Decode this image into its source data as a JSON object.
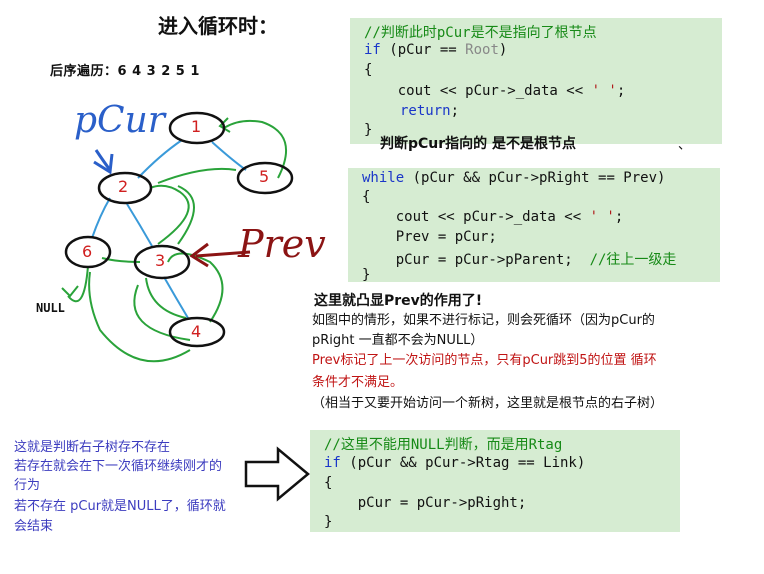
{
  "title": "进入循环时：",
  "traversal": "后序遍历：6 4 3 2 5 1",
  "tree": {
    "nodes": [
      "1",
      "2",
      "3",
      "4",
      "5",
      "6"
    ],
    "null_label": "NULL",
    "pcur_label": "pCur",
    "prev_label": "Prev"
  },
  "code1": {
    "comment": "//判断此时pCur是不是指向了根节点",
    "kw_if": "if",
    "cond_a": " (pCur == ",
    "cond_root": "Root",
    "cond_b": ")",
    "brace_open": "{",
    "cout_a": "    cout << pCur->_data << ",
    "cout_str": "' '",
    "cout_b": ";",
    "ret": "return",
    "ret_b": ";",
    "brace_close": "}"
  },
  "note_root": "判断pCur指向的 是不是根节点",
  "stray_mark": "、",
  "code2": {
    "kw_while": "while",
    "cond": " (pCur && pCur->pRight == Prev)",
    "brace_open": "{",
    "cout_a": "    cout << pCur->_data << ",
    "cout_str": "' '",
    "cout_b": ";",
    "prev_assign": "    Prev = pCur;",
    "pcur_assign": "    pCur = pCur->pParent;",
    "pcur_comment": "  //往上一级走",
    "brace_close": "}"
  },
  "explain": {
    "heading": "这里就凸显Prev的作用了!",
    "line1": "如图中的情形，如果不进行标记，则会死循环（因为pCur的",
    "line2": "pRight 一直都不会为NULL）",
    "line3": "Prev标记了上一次访问的节点，只有pCur跳到5的位置 循环",
    "line4": "条件才不满足。",
    "line5": "（相当于又要开始访问一个新树，这里就是根节点的右子树）"
  },
  "left_note": {
    "line1": "这就是判断右子树存不存在",
    "line2": "若存在就会在下一次循环继续刚才的",
    "line3": "行为",
    "line4": "若不存在 pCur就是NULL了，循环就",
    "line5": "会结束"
  },
  "code3": {
    "comment": "//这里不能用NULL判断，而是用Rtag",
    "kw_if": "if",
    "cond": " (pCur && pCur->Rtag == Link)",
    "brace_open": "{",
    "assign": "    pCur = pCur->pRight;",
    "brace_close": "}"
  },
  "colors": {
    "code_bg": "#d6ecd2",
    "keyword": "#1a36c9",
    "comment": "#178a17",
    "string": "#b01b1b",
    "tree_edge": "#3a9ad9",
    "green_arrow": "#2aa33a",
    "node_label": "#d02020",
    "pcur_ink": "#2a5fc9",
    "prev_ink": "#8b1414",
    "note_red": "#c01414",
    "note_blue": "#3c3cbf"
  }
}
